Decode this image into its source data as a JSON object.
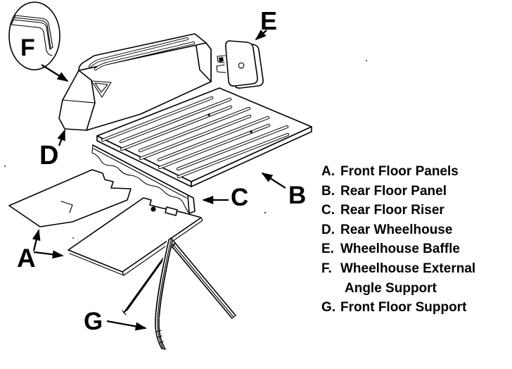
{
  "diagram": {
    "type": "exploded-parts-diagram",
    "colors": {
      "background": "#ffffff",
      "line": "#000000"
    },
    "part_labels": {
      "a": "A",
      "b": "B",
      "c": "C",
      "d": "D",
      "e": "E",
      "f": "F",
      "g": "G"
    }
  },
  "legend": {
    "rows": [
      {
        "prefix": "A.",
        "label": "Front Floor Panels"
      },
      {
        "prefix": "B.",
        "label": "Rear Floor Panel"
      },
      {
        "prefix": "C.",
        "label": "Rear Floor Riser"
      },
      {
        "prefix": "D.",
        "label": "Rear Wheelhouse"
      },
      {
        "prefix": "E.",
        "label": "Wheelhouse Baffle"
      },
      {
        "prefix": "F.",
        "label": "Wheelhouse External"
      },
      {
        "prefix": "",
        "label": "Angle Support"
      },
      {
        "prefix": "G.",
        "label": "Front Floor Support"
      }
    ]
  }
}
